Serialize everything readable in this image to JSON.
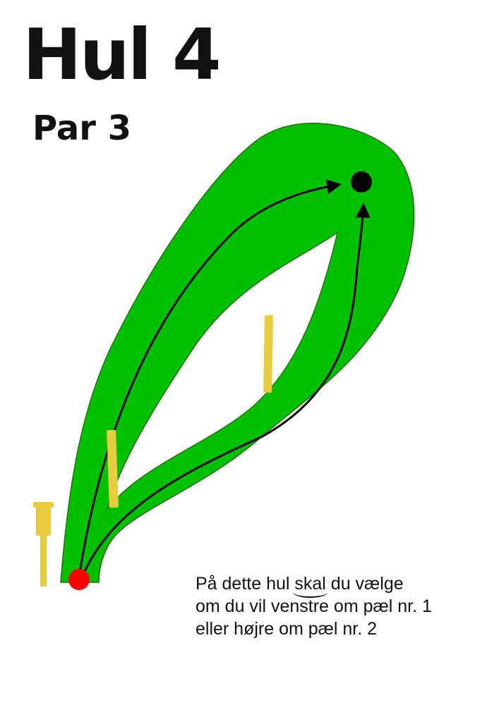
{
  "hole": {
    "title": "Hul 4",
    "par": "Par 3"
  },
  "instructions": {
    "line1_before": "På dette hul ",
    "line1_emphasis": "skal",
    "line1_after": " du vælge",
    "line2": "om du vil venstre om pæl nr. 1",
    "line3": "eller højre om pæl nr. 2"
  },
  "colors": {
    "fairway": "#00c000",
    "fairway_stroke": "#2a6b16",
    "tee": "#ff0000",
    "basket": "#000000",
    "post": "#e8cc40",
    "path": "#000000"
  },
  "icons": {
    "tee": "red-dot",
    "basket": "black-dot",
    "mandatory_post": "yellow-stake",
    "tee_sign": "yellow-sign-post"
  }
}
